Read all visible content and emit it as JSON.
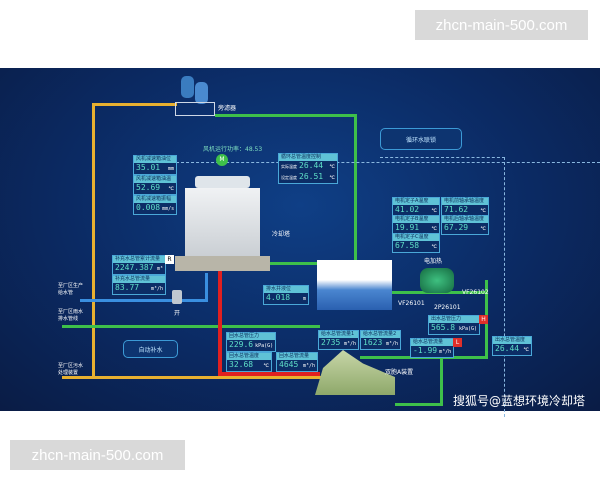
{
  "watermarks": {
    "top": "zhcn-main-500.com",
    "bottom": "zhcn-main-500.com"
  },
  "credit": "搜狐号@蓝想环境冷却塔",
  "colors": {
    "supply_pipe": "#3ec04a",
    "return_pipe": "#e02020",
    "makeup_pipe": "#3a8fe0",
    "sewage_pipe": "#e8b030",
    "value": "#5fe0c8"
  },
  "labels": {
    "side_filter": "旁滤器",
    "fan_power": "风机运行功率：48.53",
    "motor": "M",
    "cooling_tower": "冷却塔",
    "valve_state": "开",
    "electric_heating": "电加热",
    "vf1": "VF26101",
    "vf2": "VF26102",
    "pump": "2P26101",
    "device": "双胞A装置",
    "out1": "至厂区生产\n给水管",
    "out2": "至厂区雨水\n排水管线",
    "out3": "至厂区污水\n处理装置"
  },
  "buttons": {
    "interlock": "循环水联锁",
    "auto_makeup": "自动补水"
  },
  "fan": [
    {
      "title": "风机减速箱油位",
      "value": "35.01",
      "unit": "mm"
    },
    {
      "title": "风机减速箱油温",
      "value": "52.69",
      "unit": "℃"
    },
    {
      "title": "风机减速箱振幅",
      "value": "0.008",
      "unit": "mm/s"
    }
  ],
  "temp_control": {
    "title": "循环总管温度控制",
    "actual_label": "实际温度",
    "actual": "26.44",
    "set_label": "设定温度",
    "set": "26.51",
    "unit": "℃"
  },
  "motor_temps": [
    {
      "title": "电机定子A温度",
      "value": "41.02",
      "unit": "℃"
    },
    {
      "title": "电机前轴承轴温度",
      "value": "71.62",
      "unit": "℃"
    },
    {
      "title": "电机定子B温度",
      "value": "19.91",
      "unit": "℃"
    },
    {
      "title": "电机后轴承轴温度",
      "value": "67.29",
      "unit": "℃"
    },
    {
      "title": "电机定子C温度",
      "value": "67.58",
      "unit": "℃"
    }
  ],
  "makeup_total": {
    "title": "补充水总管累计流量",
    "value": "2247.387",
    "unit": "m³",
    "badge": "R"
  },
  "makeup_flow": {
    "title": "补充水总管流量",
    "value": "83.77",
    "unit": "m³/h"
  },
  "drain_level": {
    "title": "排水井液位",
    "value": "4.018",
    "unit": "m"
  },
  "return_pressure": {
    "title": "回水总管压力",
    "value": "229.6",
    "unit": "kPa(G)"
  },
  "return_temp": {
    "title": "回水总管温度",
    "value": "32.68",
    "unit": "℃"
  },
  "return_flow": {
    "title": "回水总管流量",
    "value": "4645",
    "unit": "m³/h"
  },
  "supply_flow1": {
    "title": "给水总管流量1",
    "value": "2735",
    "unit": "m³/h"
  },
  "supply_flow2": {
    "title": "给水总管流量2",
    "value": "1623",
    "unit": "m³/h"
  },
  "supply_flow": {
    "title": "给水总管流量",
    "value": "-1.99",
    "unit": "m³/h",
    "badge": "L"
  },
  "out_pressure": {
    "title": "出水总管压力",
    "value": "565.8",
    "unit": "kPa(G)",
    "badge": "H"
  },
  "out_temp": {
    "title": "出水总管温度",
    "value": "26.44",
    "unit": "℃"
  }
}
